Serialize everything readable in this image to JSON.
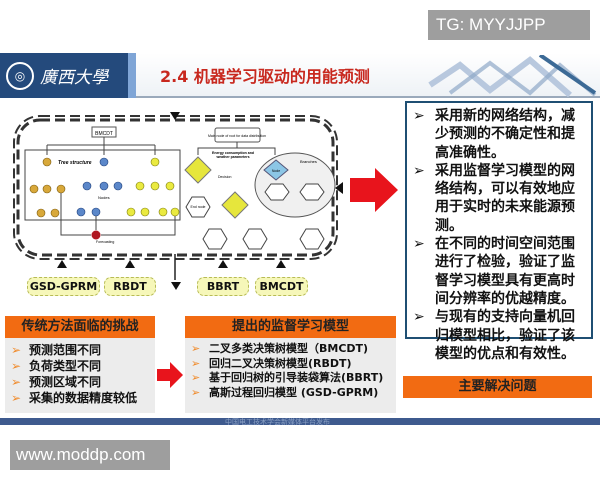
{
  "watermarks": {
    "top": "TG: MYYJJPP",
    "bottom": "www.moddp.com"
  },
  "header": {
    "logo_text": "廣西大學",
    "title": "2.4 机器学习驱动的用能预测"
  },
  "diagram": {
    "root": "BMCDT",
    "tree_label": "Tree structure",
    "nodes_label": "Nodes",
    "forecast_label": "Forecasting",
    "main_node": "Main node of root for data distribution",
    "energy_label": "Energy consumption and weather parameters",
    "branches": "Branches",
    "node": "Node",
    "decision": "Decision",
    "end_node": "End node"
  },
  "model_tags": [
    "GSD-GPRM",
    "RBDT",
    "BBRT",
    "BMCDT"
  ],
  "conclusions": [
    "采用新的网络结构，减少预测的不确定性和提高准确性。",
    "采用监督学习模型的网络结构，可以有效地应用于实时的未来能源预测。",
    "在不同的时间空间范围进行了检验，验证了监督学习模型具有更高时间分辨率的优越精度。",
    "与现有的支持向量机回归模型相比，验证了该模型的优点和有效性。"
  ],
  "problem_label": "主要解决问题",
  "challenges": {
    "title": "传统方法面临的挑战",
    "items": [
      "预测范围不同",
      "负荷类型不同",
      "预测区域不同",
      "采集的数据精度较低"
    ]
  },
  "models": {
    "title": "提出的监督学习模型",
    "items": [
      "二叉多类决策树模型（BMCDT)",
      "回归二叉决策树模型(RBDT)",
      "基于回归树的引导装袋算法(BBRT)",
      "高斯过程回归模型 (GSD-GPRM)"
    ]
  },
  "footer_text": "中国电工技术学会新媒体平台发布",
  "colors": {
    "brand_blue": "#244a7c",
    "accent_orange": "#f26b12",
    "title_red": "#c8281e",
    "arrow_red": "#e8141c"
  }
}
